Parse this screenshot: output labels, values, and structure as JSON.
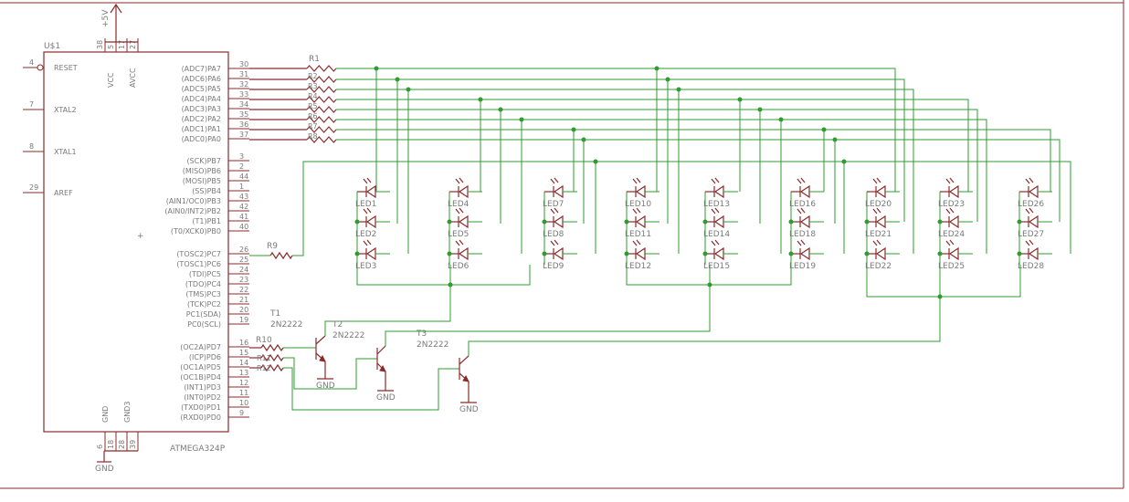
{
  "power": {
    "label": "+5V"
  },
  "mcu": {
    "name": "U$1",
    "part": "ATMEGA324P",
    "left_pins": [
      {
        "num": "4",
        "label": "RESET"
      },
      {
        "num": "7",
        "label": "XTAL2"
      },
      {
        "num": "8",
        "label": "XTAL1"
      },
      {
        "num": "29",
        "label": "AREF"
      }
    ],
    "top_pins": [
      {
        "num": "38",
        "label": "VCC"
      },
      {
        "num": "5",
        "label": ""
      },
      {
        "num": "17",
        "label": "AVCC"
      },
      {
        "num": "27",
        "label": ""
      }
    ],
    "bottom_pins": [
      {
        "num": "6",
        "label": "GND"
      },
      {
        "num": "18",
        "label": ""
      },
      {
        "num": "28",
        "label": "GND3"
      },
      {
        "num": "39",
        "label": ""
      }
    ],
    "right_pins": [
      {
        "num": "30",
        "label": "(ADC7)PA7"
      },
      {
        "num": "31",
        "label": "(ADC6)PA6"
      },
      {
        "num": "32",
        "label": "(ADC5)PA5"
      },
      {
        "num": "33",
        "label": "(ADC4)PA4"
      },
      {
        "num": "34",
        "label": "(ADC3)PA3"
      },
      {
        "num": "35",
        "label": "(ADC2)PA2"
      },
      {
        "num": "36",
        "label": "(ADC1)PA1"
      },
      {
        "num": "37",
        "label": "(ADC0)PA0"
      },
      {
        "num": "3",
        "label": "(SCK)PB7"
      },
      {
        "num": "2",
        "label": "(MISO)PB6"
      },
      {
        "num": "44",
        "label": "(MOSI)PB5"
      },
      {
        "num": "1",
        "label": "(SS)PB4"
      },
      {
        "num": "43",
        "label": "(AIN1/OC0)PB3"
      },
      {
        "num": "42",
        "label": "(AIN0/INT2)PB2"
      },
      {
        "num": "41",
        "label": "(T1)PB1"
      },
      {
        "num": "40",
        "label": "(T0/XCK0)PB0"
      },
      {
        "num": "26",
        "label": "(TOSC2)PC7"
      },
      {
        "num": "25",
        "label": "(TOSC1)PC6"
      },
      {
        "num": "24",
        "label": "(TDI)PC5"
      },
      {
        "num": "23",
        "label": "(TDO)PC4"
      },
      {
        "num": "22",
        "label": "(TMS)PC3"
      },
      {
        "num": "21",
        "label": "(TCK)PC2"
      },
      {
        "num": "20",
        "label": "PC1(SDA)"
      },
      {
        "num": "19",
        "label": "PC0(SCL)"
      },
      {
        "num": "16",
        "label": "(OC2A)PD7"
      },
      {
        "num": "15",
        "label": "(ICP)PD6"
      },
      {
        "num": "14",
        "label": "(OC1A)PD5"
      },
      {
        "num": "13",
        "label": "(OC1B)PD4"
      },
      {
        "num": "12",
        "label": "(INT1)PD3"
      },
      {
        "num": "11",
        "label": "(INT0)PD2"
      },
      {
        "num": "10",
        "label": "(TXD0)PD1"
      },
      {
        "num": "9",
        "label": "(RXD0)PD0"
      }
    ]
  },
  "resistors": {
    "r1": "R1",
    "r9": "R9",
    "r10": "R10",
    "array_labels": [
      "R2",
      "R3",
      "R4",
      "R5",
      "R6",
      "R7",
      "R8"
    ],
    "bottom_labels": [
      "R11",
      "R12"
    ]
  },
  "transistors": [
    {
      "name": "T1",
      "part": "2N2222"
    },
    {
      "name": "T2",
      "part": "2N2222"
    },
    {
      "name": "T3",
      "part": "2N2222"
    }
  ],
  "ground": {
    "label": "GND"
  },
  "leds": [
    "LED1",
    "LED2",
    "LED3",
    "LED4",
    "LED5",
    "LED6",
    "LED7",
    "LED8",
    "LED9",
    "LED10",
    "LED11",
    "LED12",
    "LED13",
    "LED14",
    "LED15",
    "LED16",
    "LED18",
    "LED19",
    "LED20",
    "LED21",
    "LED22",
    "LED23",
    "LED24",
    "LED25",
    "LED26",
    "LED27",
    "LED28"
  ],
  "colors": {
    "component": "#8b2b2b",
    "wire": "#2f9c2f",
    "text": "#7a7a7a"
  }
}
